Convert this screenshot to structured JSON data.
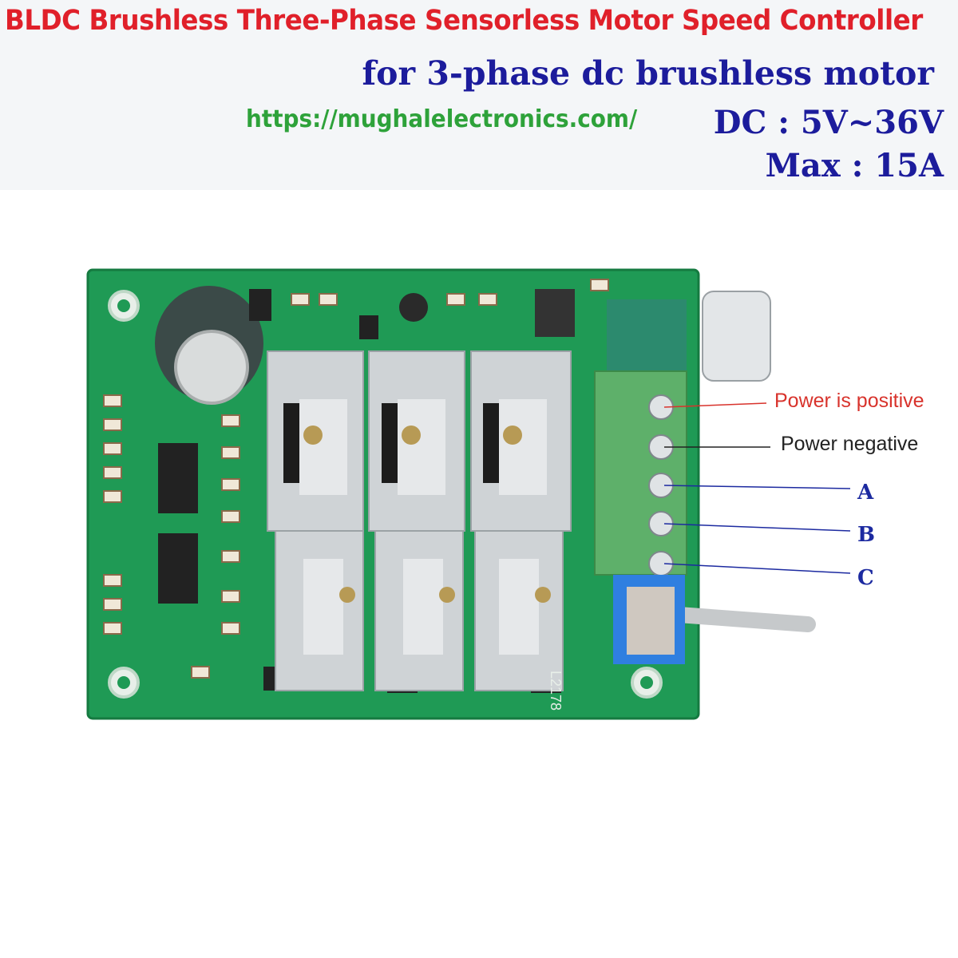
{
  "banner": {
    "title": "BLDC Brushless Three-Phase Sensorless Motor Speed Controller",
    "subtitle": "for 3-phase dc brushless motor",
    "url": "https://mughalelectronics.com/",
    "voltage": "DC : 5V~36V",
    "max_current": "Max : 15A"
  },
  "labels": {
    "power_positive": "Power is positive",
    "power_negative": "Power negative",
    "phase_a": "A",
    "phase_b": "B",
    "phase_c": "C"
  },
  "board": {
    "silkscreen": "L2178"
  },
  "colors": {
    "title": "#e0202a",
    "subtitle": "#1c1c9c",
    "url": "#2ea23a",
    "pcb": "#1f9a55",
    "switch": "#2f7fe0"
  }
}
